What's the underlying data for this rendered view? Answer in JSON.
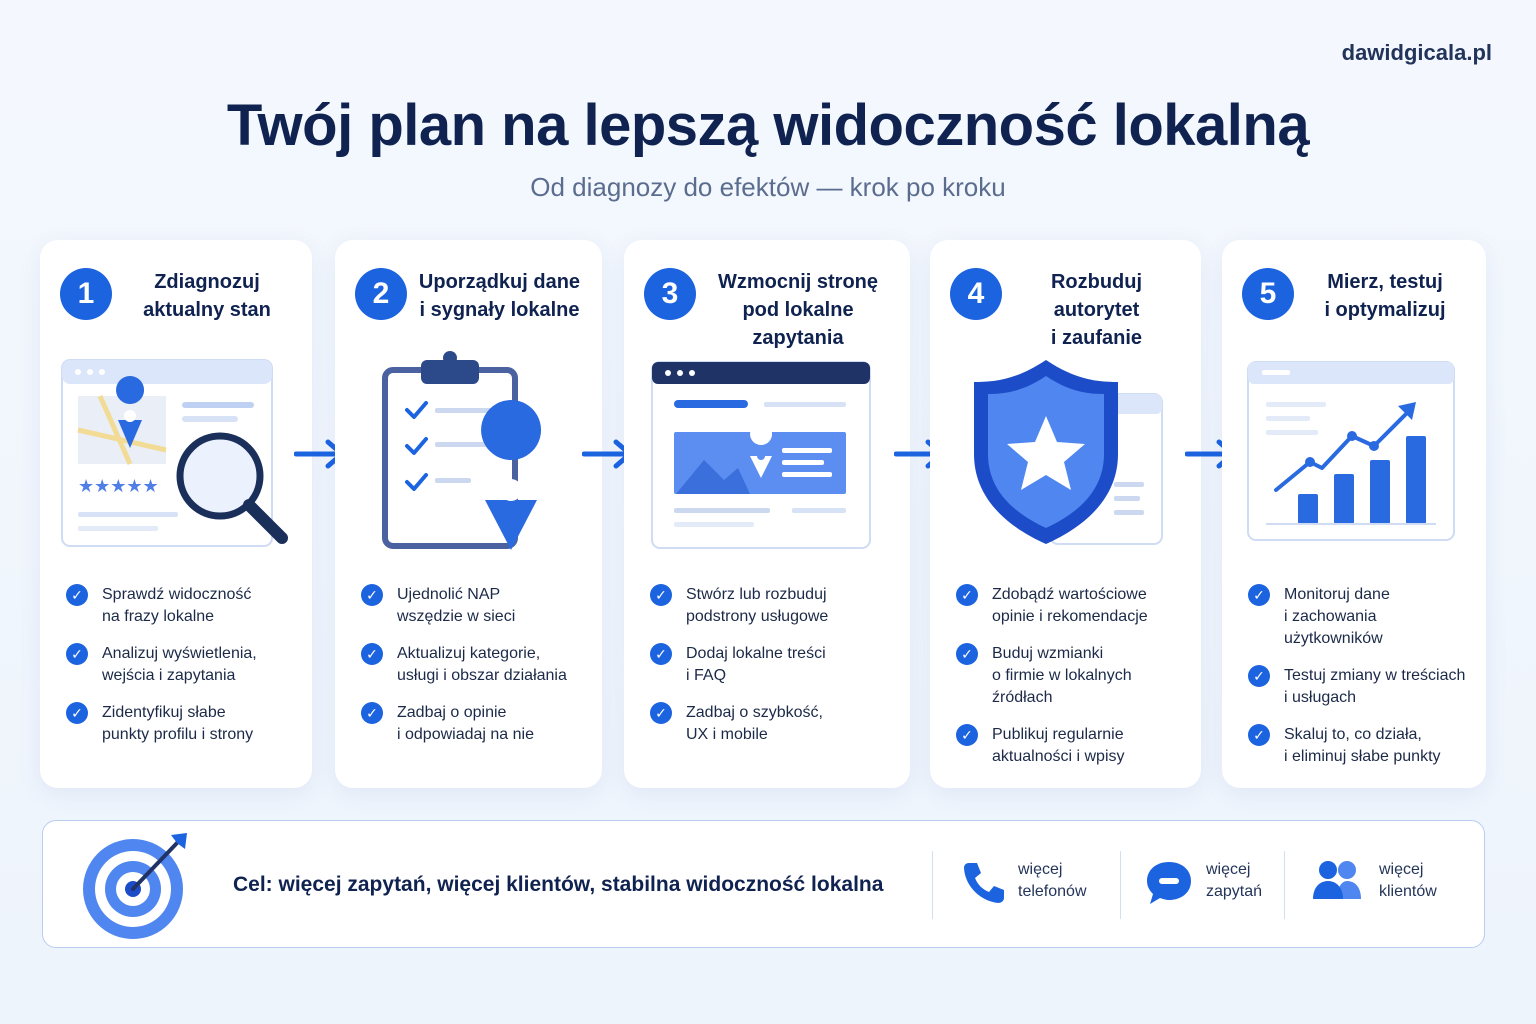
{
  "site": "dawidgicala.pl",
  "title": "Twój plan na lepszą widoczność lokalną",
  "subtitle": "Od diagnozy do efektów — krok po kroku",
  "accent": "#1c63e0",
  "steps": [
    {
      "num": "1",
      "title1": "Zdiagnozuj",
      "title2": "aktualny stan",
      "icon": "browser-map-magnifier-icon",
      "bullets": [
        {
          "l1": "Sprawdź widoczność",
          "l2": "na frazy lokalne"
        },
        {
          "l1": "Analizuj wyświetlenia,",
          "l2": "wejścia i zapytania"
        },
        {
          "l1": "Zidentyfikuj słabe",
          "l2": "punkty profilu i strony"
        }
      ]
    },
    {
      "num": "2",
      "title1": "Uporządkuj dane",
      "title2": "i sygnały lokalne",
      "icon": "clipboard-pin-icon",
      "bullets": [
        {
          "l1": "Ujednolić NAP",
          "l2": "wszędzie w sieci"
        },
        {
          "l1": "Aktualizuj kategorie,",
          "l2": "usługi i obszar działania"
        },
        {
          "l1": "Zadbaj o opinie",
          "l2": "i odpowiadaj na nie"
        }
      ]
    },
    {
      "num": "3",
      "title1": "Wzmocnij stronę",
      "title2": "pod lokalne zapytania",
      "icon": "webpage-location-icon",
      "bullets": [
        {
          "l1": "Stwórz lub rozbuduj",
          "l2": "podstrony usługowe"
        },
        {
          "l1": "Dodaj lokalne treści",
          "l2": "i FAQ"
        },
        {
          "l1": "Zadbaj o szybkość,",
          "l2": "UX i mobile"
        }
      ]
    },
    {
      "num": "4",
      "title1": "Rozbuduj autorytet",
      "title2": "i zaufanie",
      "icon": "shield-star-icon",
      "bullets": [
        {
          "l1": "Zdobądź wartościowe",
          "l2": "opinie i rekomendacje"
        },
        {
          "l1": "Buduj wzmianki",
          "l2": "o firmie w lokalnych",
          "l3": "źródłach"
        },
        {
          "l1": "Publikuj regularnie",
          "l2": "aktualności i wpisy"
        }
      ]
    },
    {
      "num": "5",
      "title1": "Mierz, testuj",
      "title2": "i optymalizuj",
      "icon": "growth-chart-icon",
      "bullets": [
        {
          "l1": "Monitoruj dane",
          "l2": "i zachowania użytkowników"
        },
        {
          "l1": "Testuj zmiany w treściach",
          "l2": "i usługach"
        },
        {
          "l1": "Skaluj to, co działa,",
          "l2": "i eliminuj słabe punkty"
        }
      ]
    }
  ],
  "goal": {
    "text": "Cel: więcej zapytań, więcej klientów, stabilna widoczność lokalna",
    "icon": "target-icon"
  },
  "stats": [
    {
      "icon": "phone-icon",
      "l1": "więcej",
      "l2": "telefonów"
    },
    {
      "icon": "chat-icon",
      "l1": "więcej",
      "l2": "zapytań"
    },
    {
      "icon": "users-icon",
      "l1": "więcej",
      "l2": "klientów"
    }
  ]
}
